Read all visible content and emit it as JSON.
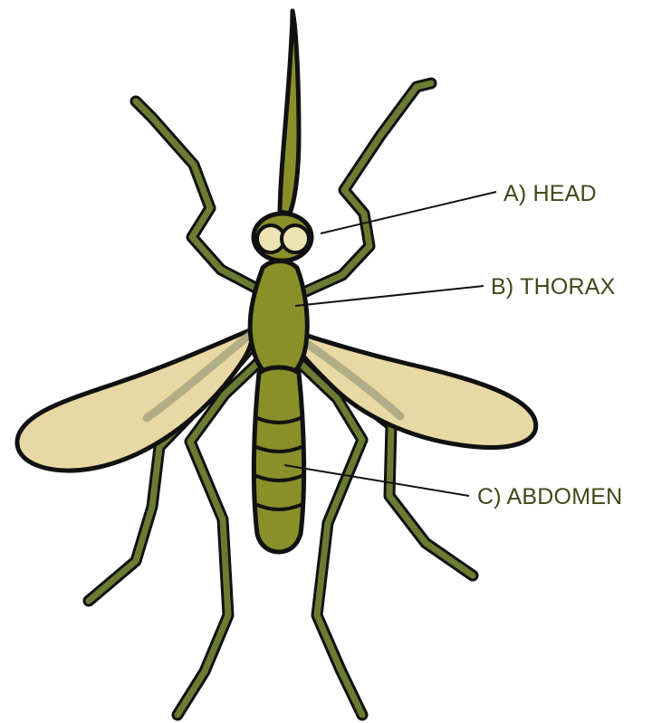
{
  "labels": {
    "head": "A) HEAD",
    "thorax": "B) THORAX",
    "abdomen": "C) ABDOMEN"
  },
  "colors": {
    "outline": "#111111",
    "leg": "#6a7c32",
    "leg_highlight": "#8fa24a",
    "body": "#8a8f2a",
    "body_dark": "#6f7522",
    "wing": "#e8d9a4",
    "eye": "#ede3b3",
    "label_text": "#3f4a1a",
    "leader_line": "#111111"
  }
}
